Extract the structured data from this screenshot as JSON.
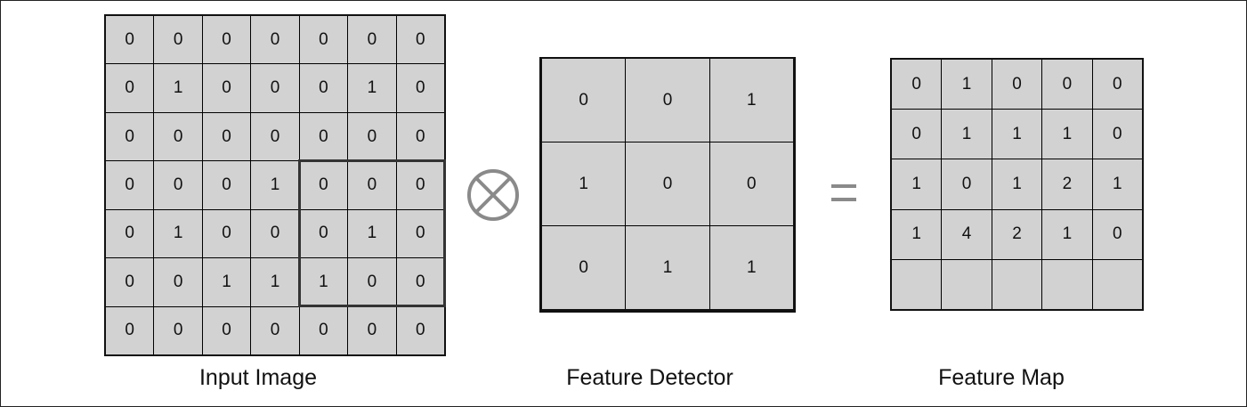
{
  "labels": {
    "input": "Input Image",
    "detector": "Feature Detector",
    "feature_map": "Feature Map"
  },
  "input_image": [
    [
      "0",
      "0",
      "0",
      "0",
      "0",
      "0",
      "0"
    ],
    [
      "0",
      "1",
      "0",
      "0",
      "0",
      "1",
      "0"
    ],
    [
      "0",
      "0",
      "0",
      "0",
      "0",
      "0",
      "0"
    ],
    [
      "0",
      "0",
      "0",
      "1",
      "0",
      "0",
      "0"
    ],
    [
      "0",
      "1",
      "0",
      "0",
      "0",
      "1",
      "0"
    ],
    [
      "0",
      "0",
      "1",
      "1",
      "1",
      "0",
      "0"
    ],
    [
      "0",
      "0",
      "0",
      "0",
      "0",
      "0",
      "0"
    ]
  ],
  "feature_detector": [
    [
      "0",
      "0",
      "1"
    ],
    [
      "1",
      "0",
      "0"
    ],
    [
      "0",
      "1",
      "1"
    ]
  ],
  "feature_map": [
    [
      "0",
      "1",
      "0",
      "0",
      "0"
    ],
    [
      "0",
      "1",
      "1",
      "1",
      "0"
    ],
    [
      "1",
      "0",
      "1",
      "2",
      "1"
    ],
    [
      "1",
      "4",
      "2",
      "1",
      "0"
    ],
    [
      "",
      "",
      "",
      "",
      ""
    ]
  ],
  "highlight_region": {
    "row_start": 3,
    "col_start": 4,
    "size": 3
  },
  "operators": {
    "convolution": "otimes-icon",
    "result": "equals-icon"
  },
  "colors": {
    "cell_fill": "#d2d2d2",
    "grid_lines": "#000000",
    "operator": "#8a8a8a"
  }
}
